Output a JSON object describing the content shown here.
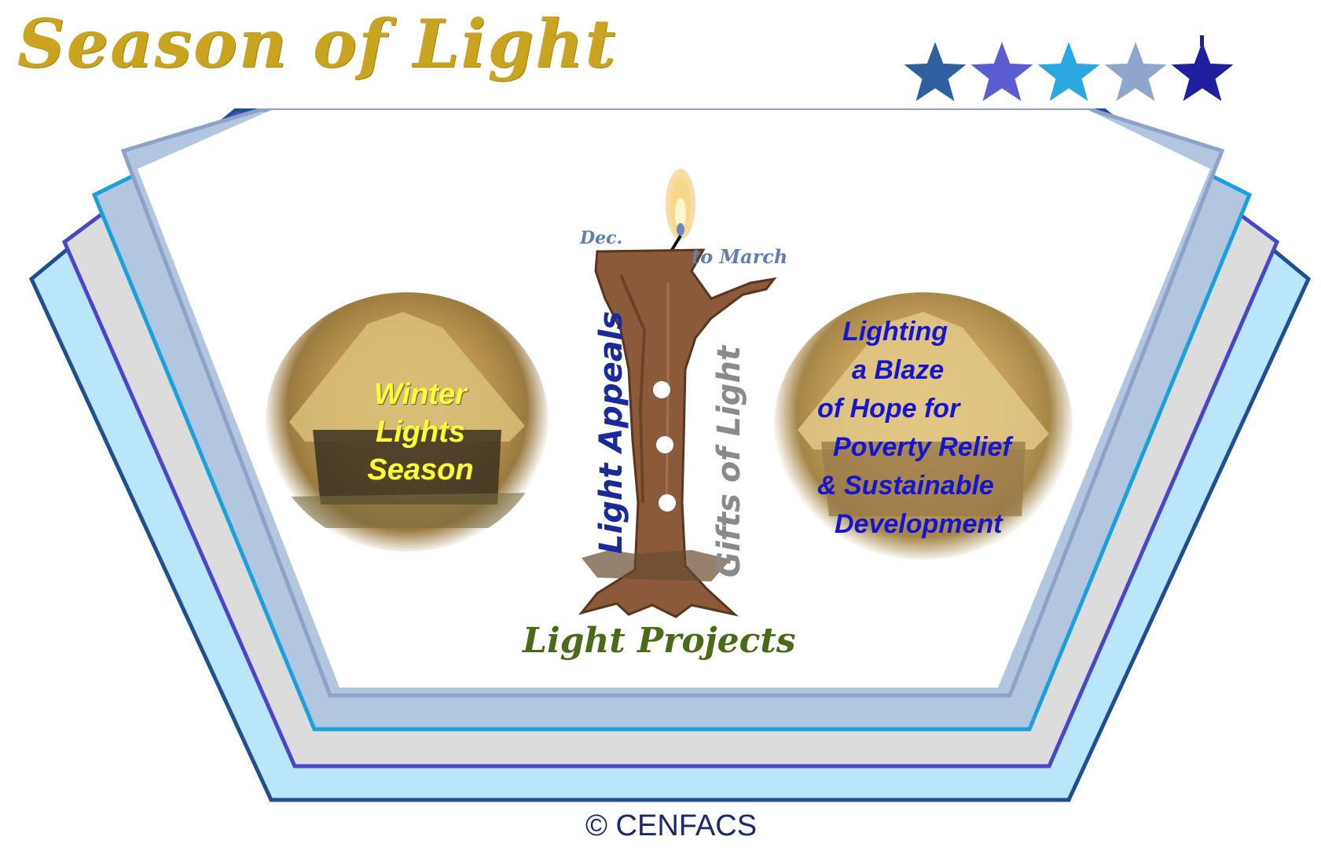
{
  "title": "Season of Light",
  "period": {
    "start": "Dec.",
    "end": "to  March"
  },
  "center": {
    "left_vertical": "Light Appeals",
    "right_vertical": "Gifts of Light",
    "bottom": "Light Projects"
  },
  "left_circle": {
    "lines": [
      "Winter",
      "Lights",
      "Season"
    ]
  },
  "right_circle": {
    "lines": [
      "Lighting",
      "a Blaze",
      "of Hope for",
      "Poverty Relief",
      "& Sustainable",
      "Development"
    ]
  },
  "stars": {
    "count": 5,
    "colors": [
      "#2e5f9e",
      "#5a5cd0",
      "#2aa8e0",
      "#8fa6cc",
      "#1e1e9e"
    ]
  },
  "frame_colors": {
    "outer": "#b9e6fa",
    "band2": "#dcdcdc",
    "band3": "#b3c6e0",
    "border_dark": "#1f4f8f",
    "border_purple": "#4a46c8",
    "border_cyan": "#1aa0dc",
    "border_grey": "#8ea2c8"
  },
  "footer": {
    "copyright": "© CENFACS"
  }
}
